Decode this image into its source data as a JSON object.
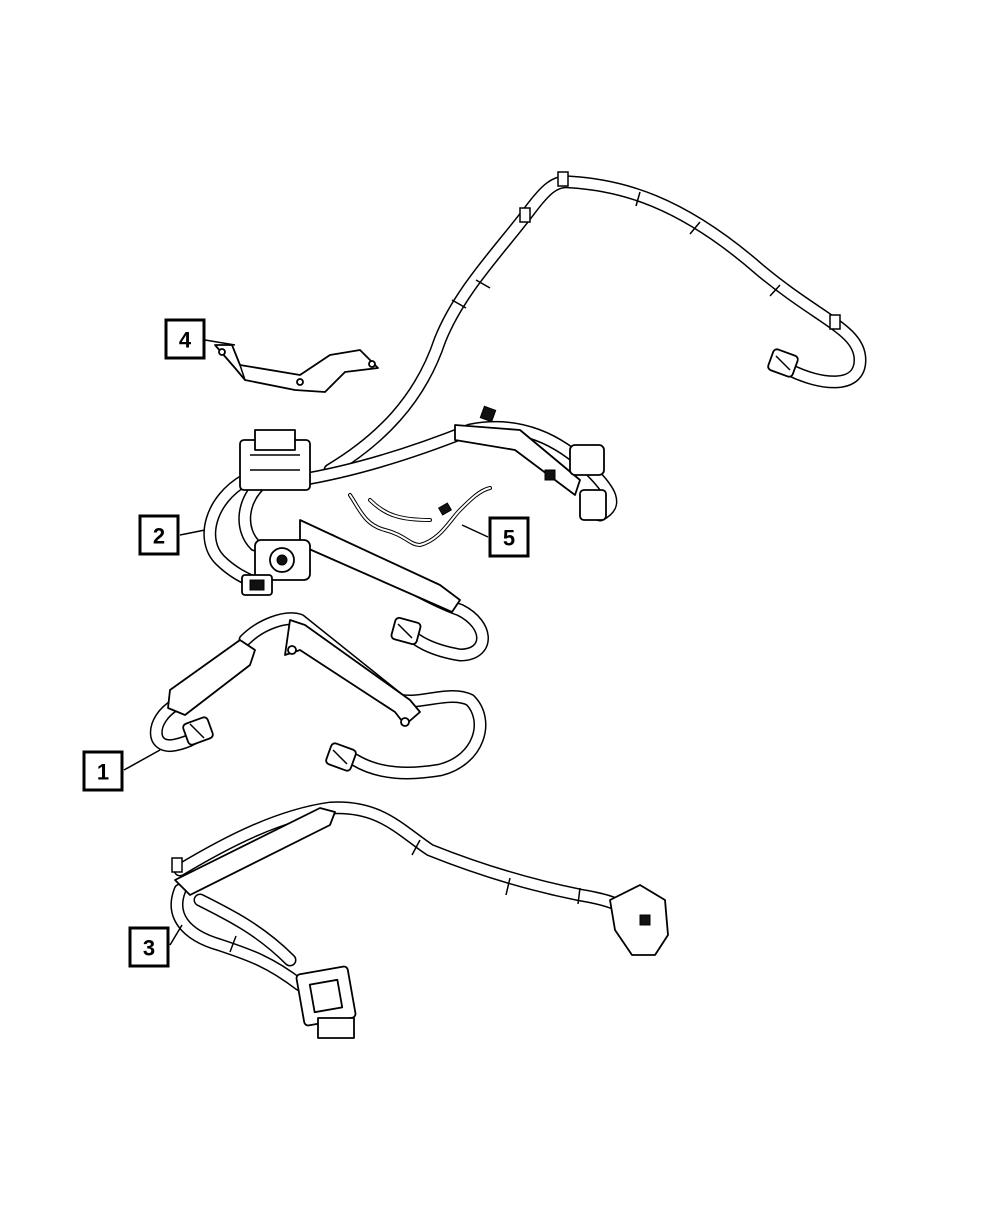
{
  "callouts": [
    {
      "id": "1",
      "label": "1"
    },
    {
      "id": "2",
      "label": "2"
    },
    {
      "id": "3",
      "label": "3"
    },
    {
      "id": "4",
      "label": "4"
    },
    {
      "id": "5",
      "label": "5"
    }
  ],
  "colors": {
    "line": "#000000",
    "background": "#ffffff"
  },
  "icons": [
    "wiring-harness",
    "connector",
    "bracket",
    "retainer-clip"
  ]
}
